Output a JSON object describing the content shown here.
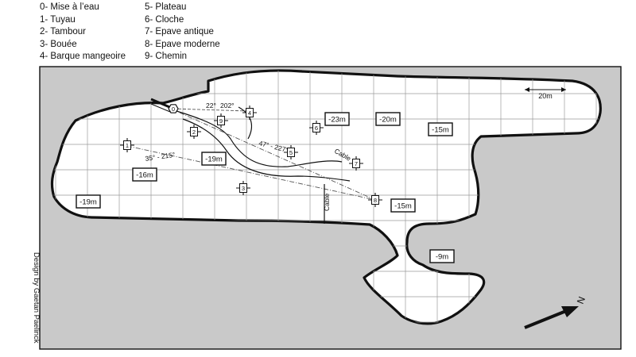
{
  "legend": {
    "column1": [
      "0- Mise à l’eau",
      "1- Tuyau",
      "2- Tambour",
      "3- Bouée",
      "4- Barque mangeoire"
    ],
    "column2": [
      "5- Plateau",
      "6- Cloche",
      "7- Epave antique",
      "8- Epave moderne",
      "9- Chemin"
    ]
  },
  "depths": {
    "d1": "-23m",
    "d2": "-20m",
    "d3": "-15m",
    "d4": "-19m",
    "d5": "-16m",
    "d6": "-19m",
    "d7": "-15m",
    "d8": "-9m"
  },
  "scale_label": "20m",
  "bearings": {
    "b1": "22°",
    "b2": "202°",
    "b3": "47° - 227°",
    "b4": "35° - 215°"
  },
  "cable_labels": [
    "Cable",
    "Cable"
  ],
  "site_markers": [
    "0",
    "1",
    "2",
    "3",
    "4",
    "5",
    "6",
    "7",
    "8",
    "9"
  ],
  "north_label": "N",
  "credit": "Design by Gaetan Paelinck",
  "colors": {
    "sea": "#c9c9c9",
    "land": "#ffffff",
    "outline": "#111111"
  }
}
